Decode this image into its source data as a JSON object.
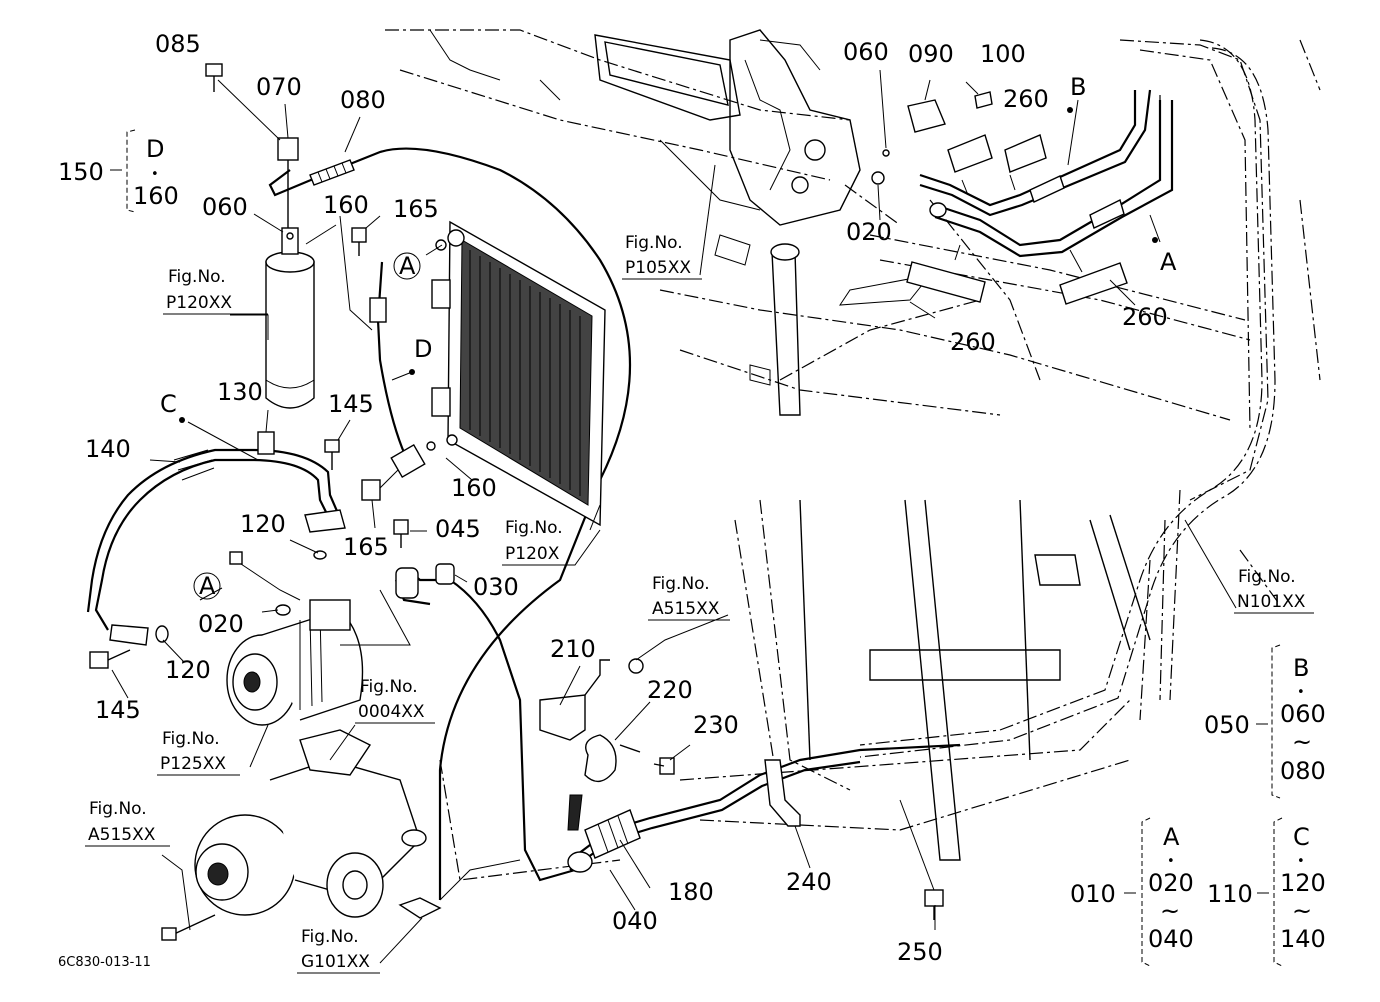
{
  "diagram_code": "6C830-013-11",
  "callouts": [
    {
      "id": "c085",
      "text": "085"
    },
    {
      "id": "c070",
      "text": "070"
    },
    {
      "id": "c080",
      "text": "080"
    },
    {
      "id": "c060a",
      "text": "060"
    },
    {
      "id": "c160a",
      "text": "160"
    },
    {
      "id": "c165a",
      "text": "165"
    },
    {
      "id": "c130",
      "text": "130"
    },
    {
      "id": "c145a",
      "text": "145"
    },
    {
      "id": "cC",
      "text": "C"
    },
    {
      "id": "c140",
      "text": "140"
    },
    {
      "id": "cA1",
      "text": "A"
    },
    {
      "id": "cD",
      "text": "D"
    },
    {
      "id": "c160b",
      "text": "160"
    },
    {
      "id": "c165b",
      "text": "165"
    },
    {
      "id": "c045",
      "text": "045"
    },
    {
      "id": "c030",
      "text": "030"
    },
    {
      "id": "c120a",
      "text": "120"
    },
    {
      "id": "cA2",
      "text": "A"
    },
    {
      "id": "c020a",
      "text": "020"
    },
    {
      "id": "c120b",
      "text": "120"
    },
    {
      "id": "c145b",
      "text": "145"
    },
    {
      "id": "c060b",
      "text": "060"
    },
    {
      "id": "c090",
      "text": "090"
    },
    {
      "id": "c100",
      "text": "100"
    },
    {
      "id": "c260a",
      "text": "260"
    },
    {
      "id": "cB",
      "text": "B"
    },
    {
      "id": "c020b",
      "text": "020"
    },
    {
      "id": "cA3",
      "text": "A"
    },
    {
      "id": "c260b",
      "text": "260"
    },
    {
      "id": "c260c",
      "text": "260"
    },
    {
      "id": "c210",
      "text": "210"
    },
    {
      "id": "c220",
      "text": "220"
    },
    {
      "id": "c230",
      "text": "230"
    },
    {
      "id": "c180",
      "text": "180"
    },
    {
      "id": "c040",
      "text": "040"
    },
    {
      "id": "c240",
      "text": "240"
    },
    {
      "id": "c250",
      "text": "250"
    }
  ],
  "figure_refs": [
    {
      "id": "f1",
      "line1": "Fig.No.",
      "line2": "P120XX"
    },
    {
      "id": "f2",
      "line1": "Fig.No.",
      "line2": "P105XX"
    },
    {
      "id": "f3",
      "line1": "Fig.No.",
      "line2": "P120X"
    },
    {
      "id": "f4",
      "line1": "Fig.No.",
      "line2": "A515XX"
    },
    {
      "id": "f5",
      "line1": "Fig.No.",
      "line2": "N101XX"
    },
    {
      "id": "f6",
      "line1": "Fig.No.",
      "line2": "0004XX"
    },
    {
      "id": "f7",
      "line1": "Fig.No.",
      "line2": "P125XX"
    },
    {
      "id": "f8",
      "line1": "Fig.No.",
      "line2": "A515XX"
    },
    {
      "id": "f9",
      "line1": "Fig.No.",
      "line2": "G101XX"
    }
  ],
  "groups": [
    {
      "id": "g150",
      "assembly": "150",
      "letter": "D",
      "from": "160",
      "to": ""
    },
    {
      "id": "g050",
      "assembly": "050",
      "letter": "B",
      "from": "060",
      "to": "080"
    },
    {
      "id": "g010",
      "assembly": "010",
      "letter": "A",
      "from": "020",
      "to": "040"
    },
    {
      "id": "g110",
      "assembly": "110",
      "letter": "C",
      "from": "120",
      "to": "140"
    }
  ],
  "symbols": {
    "bullet": "•",
    "range": "~"
  }
}
